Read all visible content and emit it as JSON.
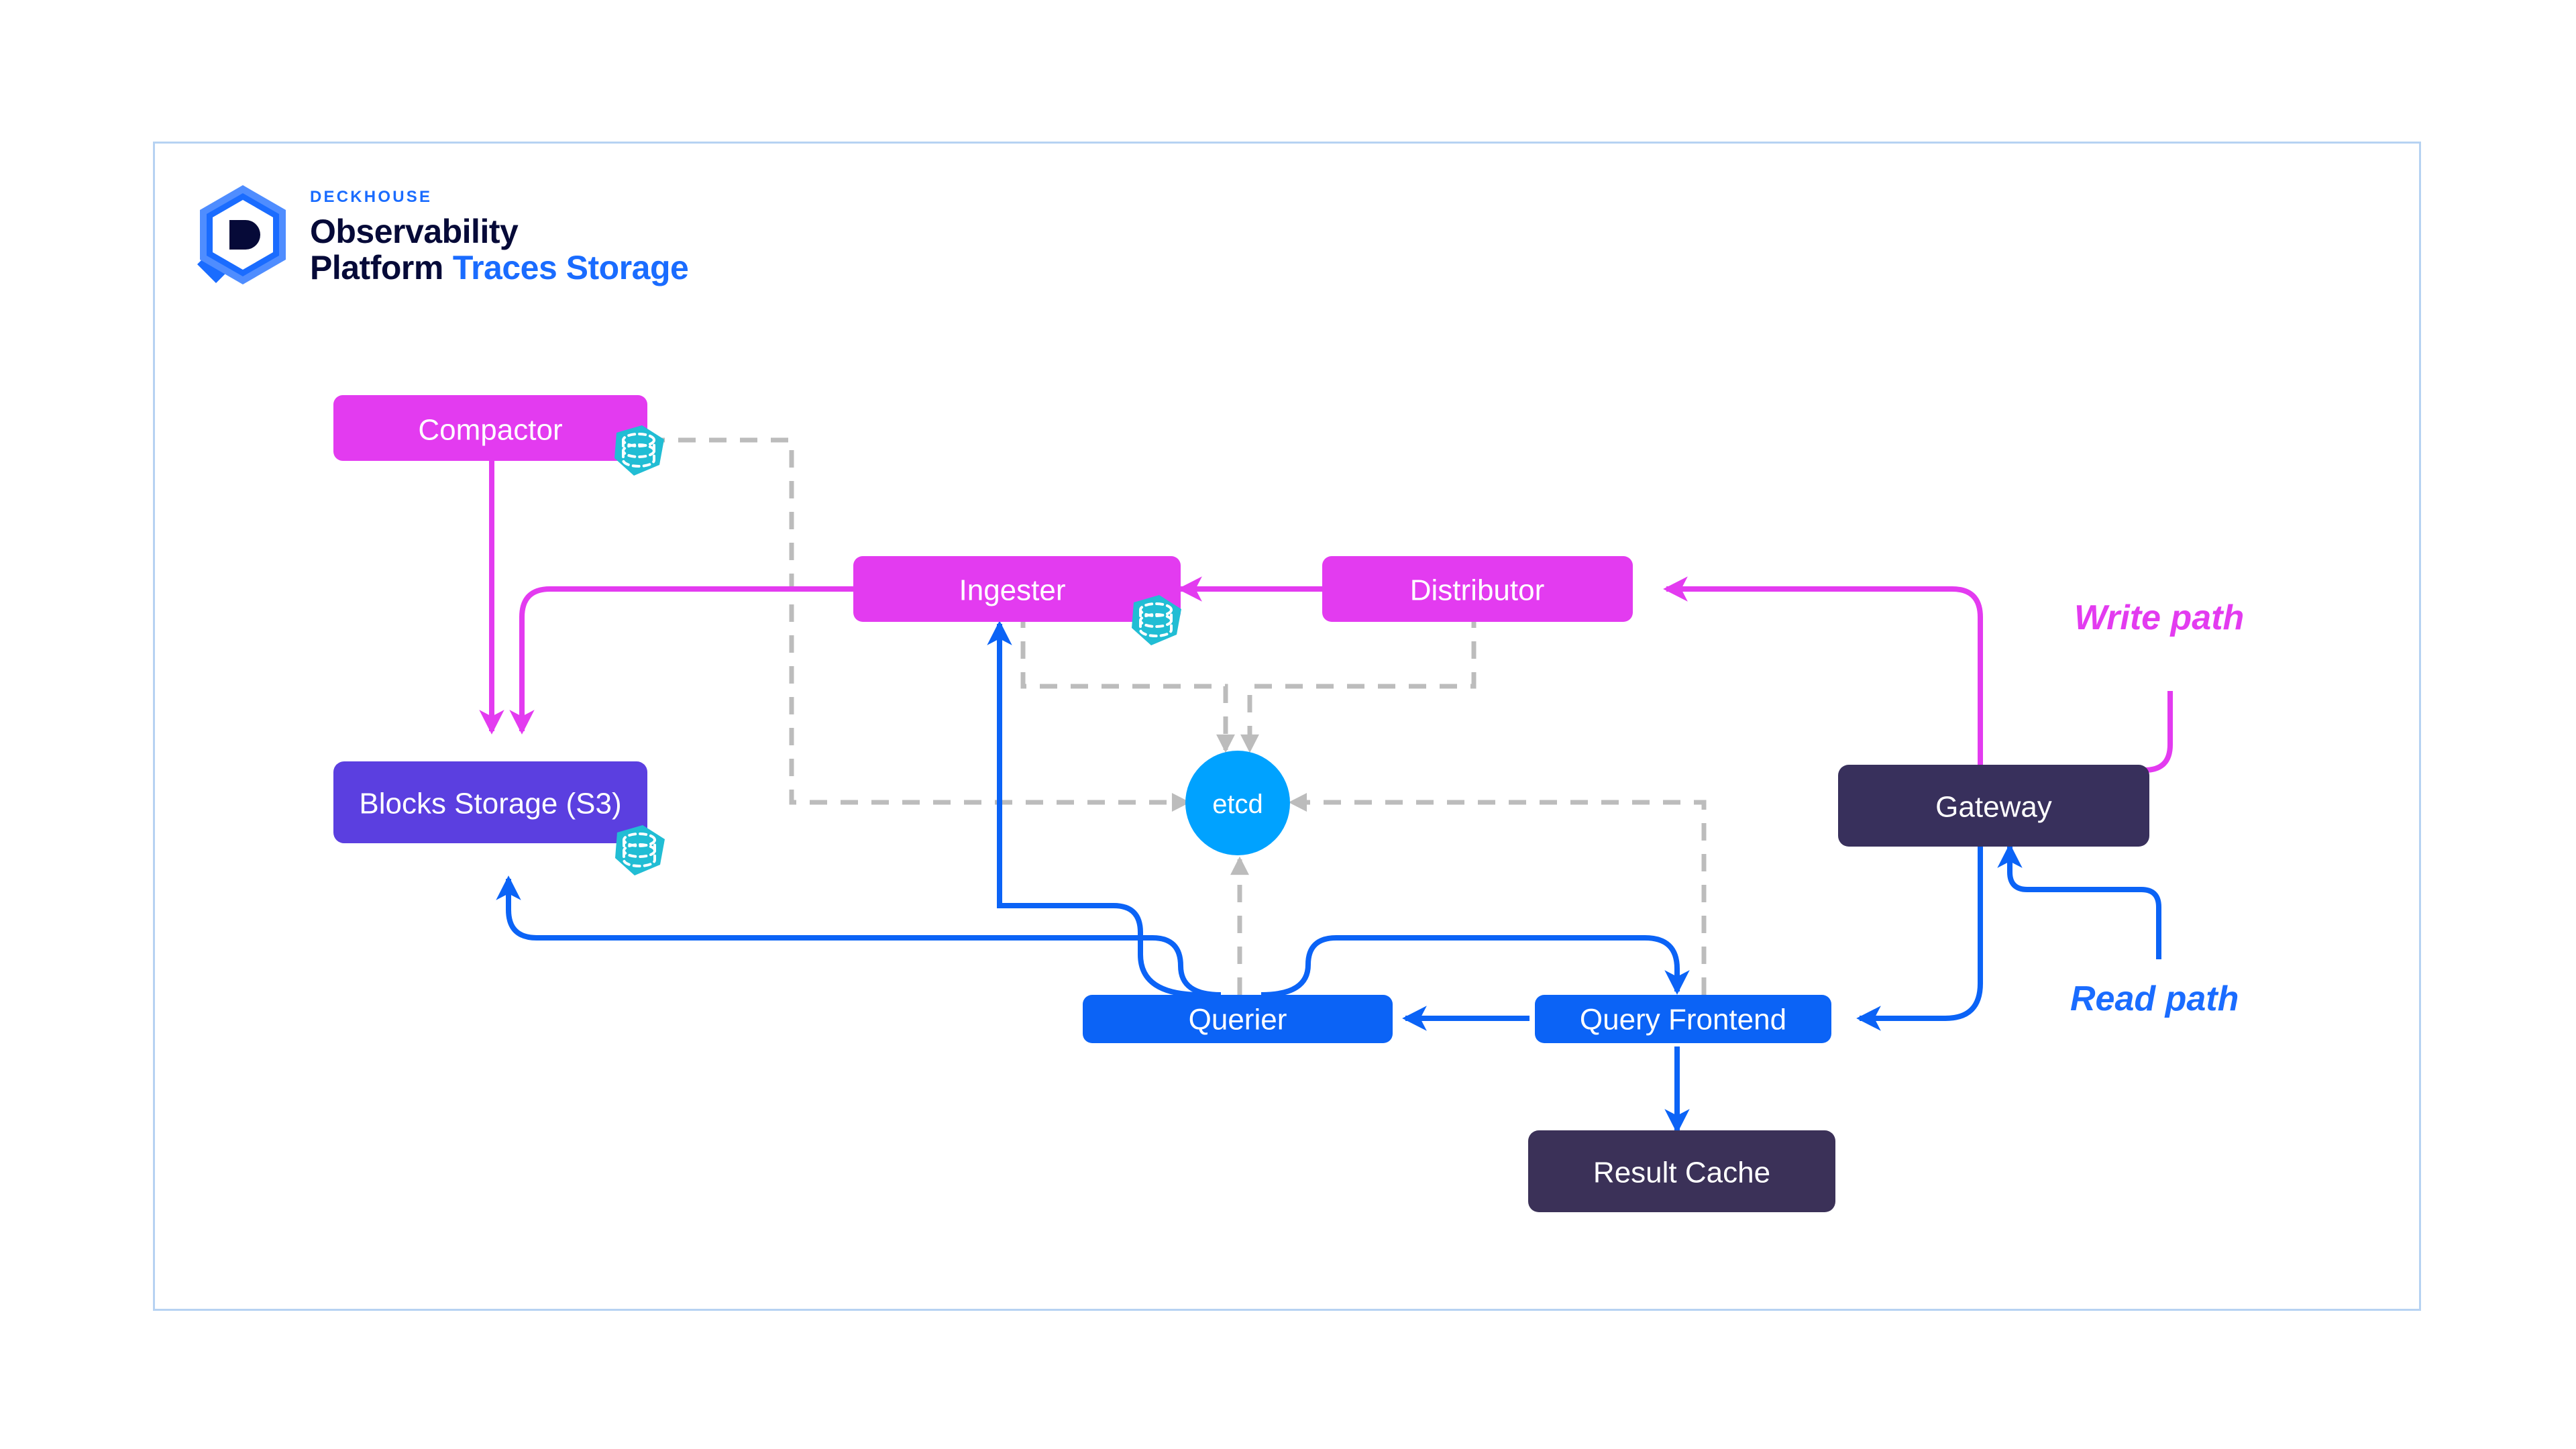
{
  "brand": {
    "eyebrow": "DECKHOUSE",
    "line1": "Observability",
    "line2": "Platform",
    "product": "Traces Storage",
    "logo_icon": "deckhouse-hexagon-magnifier-logo"
  },
  "legend": {
    "write_path": "Write path",
    "read_path": "Read path",
    "write_color": "#e33bf0",
    "read_color": "#0b63f6"
  },
  "nodes": {
    "compactor": {
      "label": "Compactor",
      "color": "#e33bf0",
      "badge": "persistent-storage-badge"
    },
    "ingester": {
      "label": "Ingester",
      "color": "#e33bf0",
      "badge": "persistent-storage-badge"
    },
    "distributor": {
      "label": "Distributor",
      "color": "#e33bf0",
      "badge": null
    },
    "blocks_storage": {
      "label": "Blocks Storage (S3)",
      "color": "#5b3fe0",
      "badge": "persistent-storage-badge"
    },
    "etcd": {
      "label": "etcd",
      "color": "#00a2ff",
      "badge": null
    },
    "gateway": {
      "label": "Gateway",
      "color": "#38305c",
      "badge": null
    },
    "querier": {
      "label": "Querier",
      "color": "#0b63f6",
      "badge": null
    },
    "query_frontend": {
      "label": "Query Frontend",
      "color": "#0b63f6",
      "badge": null
    },
    "result_cache": {
      "label": "Result Cache",
      "color": "#3b3158",
      "badge": null
    }
  },
  "edges": [
    {
      "from": "gateway",
      "to": "distributor",
      "kind": "write"
    },
    {
      "from": "distributor",
      "to": "ingester",
      "kind": "write"
    },
    {
      "from": "ingester",
      "to": "blocks_storage",
      "kind": "write"
    },
    {
      "from": "compactor",
      "to": "blocks_storage",
      "kind": "write"
    },
    {
      "from": "gateway",
      "to": "query_frontend",
      "kind": "read"
    },
    {
      "from": "query_frontend",
      "to": "querier",
      "kind": "read"
    },
    {
      "from": "query_frontend",
      "to": "result_cache",
      "kind": "read"
    },
    {
      "from": "querier",
      "to": "ingester",
      "kind": "read"
    },
    {
      "from": "querier",
      "to": "blocks_storage",
      "kind": "read"
    },
    {
      "from": "querier",
      "to": "query_frontend",
      "kind": "read"
    },
    {
      "from": "compactor",
      "to": "etcd",
      "kind": "coordination"
    },
    {
      "from": "ingester",
      "to": "etcd",
      "kind": "coordination"
    },
    {
      "from": "distributor",
      "to": "etcd",
      "kind": "coordination"
    },
    {
      "from": "querier",
      "to": "etcd",
      "kind": "coordination"
    },
    {
      "from": "query_frontend",
      "to": "etcd",
      "kind": "coordination"
    }
  ]
}
